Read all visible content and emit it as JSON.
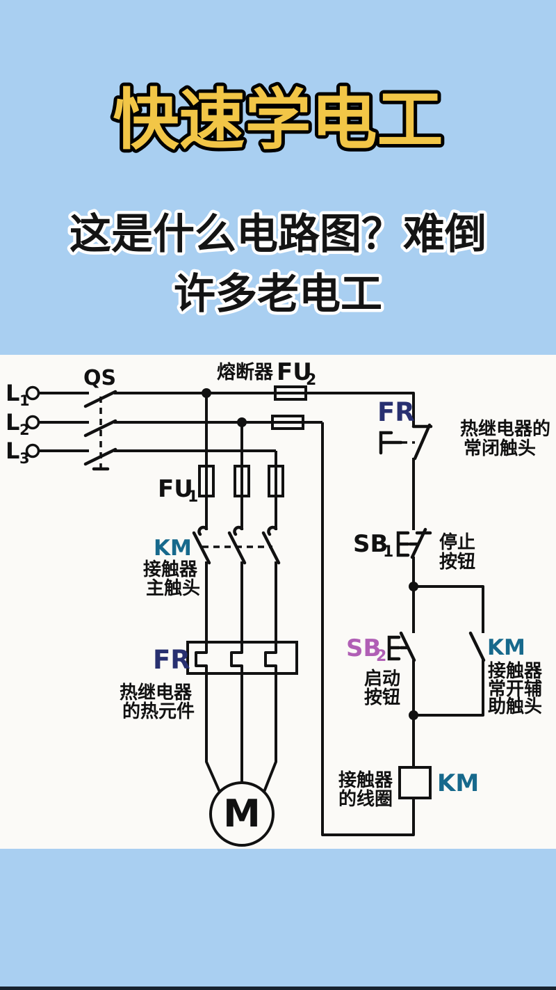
{
  "header": {
    "title": "快速学电工",
    "subtitle_line1": "这是什么电路图？难倒",
    "subtitle_line2": "许多老电工"
  },
  "colors": {
    "background_blue": "#a9cff1",
    "panel_white": "#fbfaf7",
    "title_yellow": "#f2c647",
    "km_teal": "#17698c",
    "fr_navy": "#283070",
    "sb2_purple": "#b05fb5",
    "line_black": "#111111",
    "bottom_strip": "#17222e"
  },
  "diagram": {
    "phase_labels": {
      "l1": {
        "base": "L",
        "sub": "1"
      },
      "l2": {
        "base": "L",
        "sub": "2"
      },
      "l3": {
        "base": "L",
        "sub": "3"
      }
    },
    "qs": {
      "tag": "QS"
    },
    "fu2": {
      "prefix": "熔断器",
      "base": "FU",
      "sub": "2"
    },
    "fu1": {
      "base": "FU",
      "sub": "1"
    },
    "km_main": {
      "tag": "KM",
      "desc1": "接触器",
      "desc2": "主触头"
    },
    "fr_heater": {
      "tag": "FR",
      "desc1": "热继电器",
      "desc2": "的热元件"
    },
    "fr_nc": {
      "tag": "FR",
      "desc1": "热继电器的",
      "desc2": "常闭触头"
    },
    "sb1": {
      "base": "SB",
      "sub": "1",
      "desc1": "停止",
      "desc2": "按钮"
    },
    "sb2": {
      "base": "SB",
      "sub": "2",
      "desc1": "启动",
      "desc2": "按钮"
    },
    "km_aux": {
      "tag": "KM",
      "desc1": "接触器",
      "desc2": "常开辅",
      "desc3": "助触头"
    },
    "km_coil": {
      "tag": "KM",
      "desc1": "接触器",
      "desc2": "的线圈"
    },
    "motor": {
      "tag": "M"
    }
  }
}
